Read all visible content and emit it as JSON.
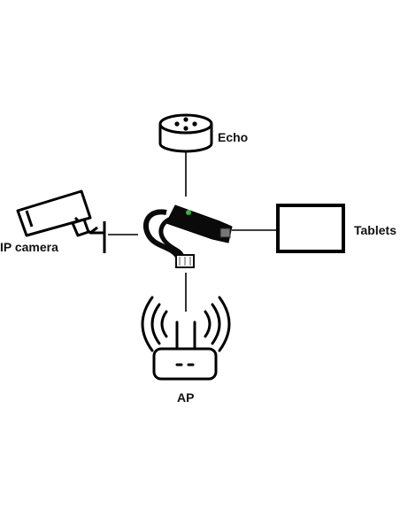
{
  "nodes": {
    "echo": {
      "label": "Echo",
      "icon": "smart-speaker-icon"
    },
    "tablets": {
      "label": "Tablets",
      "icon": "tablet-icon"
    },
    "ip_camera": {
      "label": "IP camera",
      "icon": "security-camera-icon"
    },
    "ap": {
      "label": "AP",
      "icon": "wifi-router-icon"
    },
    "hub": {
      "icon": "poe-splitter-icon"
    }
  },
  "colors": {
    "stroke": "#000000",
    "device_body": "#0a0a0a",
    "accent_green": "#3cb043"
  }
}
